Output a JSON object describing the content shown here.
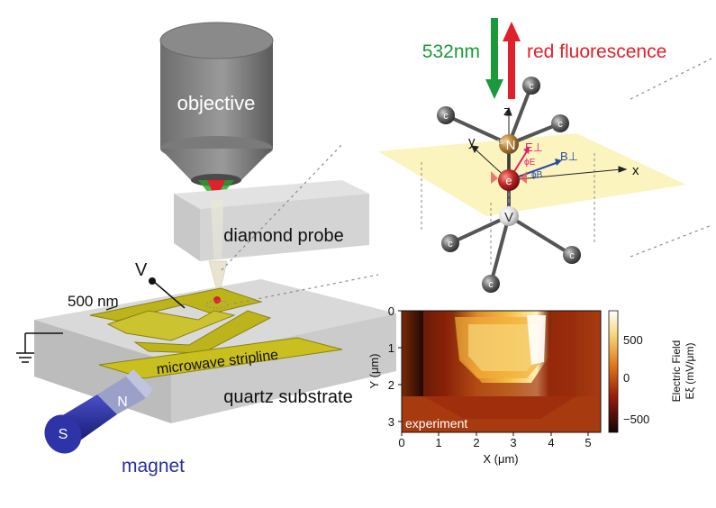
{
  "labels": {
    "objective": "objective",
    "diamond_probe": "diamond probe",
    "microwave_stripline": "microwave stripline",
    "quartz_substrate": "quartz substrate",
    "magnet": "magnet",
    "north": "N",
    "south": "S",
    "voltage": "V",
    "scale": "500 nm",
    "wavelength": "532nm",
    "fluorescence": "red fluorescence"
  },
  "nv": {
    "z": "z",
    "y": "y",
    "x": "x",
    "n_label": "N",
    "n_isotope": "15",
    "e_field": "E⊥",
    "b_field": "B⊥",
    "phi_e": "ϕE",
    "phi_b": "ϕB",
    "electron": "e",
    "vacancy": "V",
    "carbon": "c"
  },
  "map": {
    "ylabel": "Y (μm)",
    "xlabel": "X (μm)",
    "cbar_label": "Electric Field",
    "cbar_unit": "Eξ (mV/μm)",
    "tag": "experiment",
    "x_ticks": [
      "0",
      "1",
      "2",
      "3",
      "4",
      "5"
    ],
    "y_ticks": [
      "0",
      "1",
      "2",
      "3"
    ],
    "cbar_ticks": [
      "500",
      "0",
      "−500"
    ]
  },
  "colors": {
    "green_arrow": "#1a9a3a",
    "red_arrow": "#e0202a",
    "magnet_blue": "#2a2f9a",
    "stripline": "#c9c020",
    "plane": "#fbf3b8"
  }
}
